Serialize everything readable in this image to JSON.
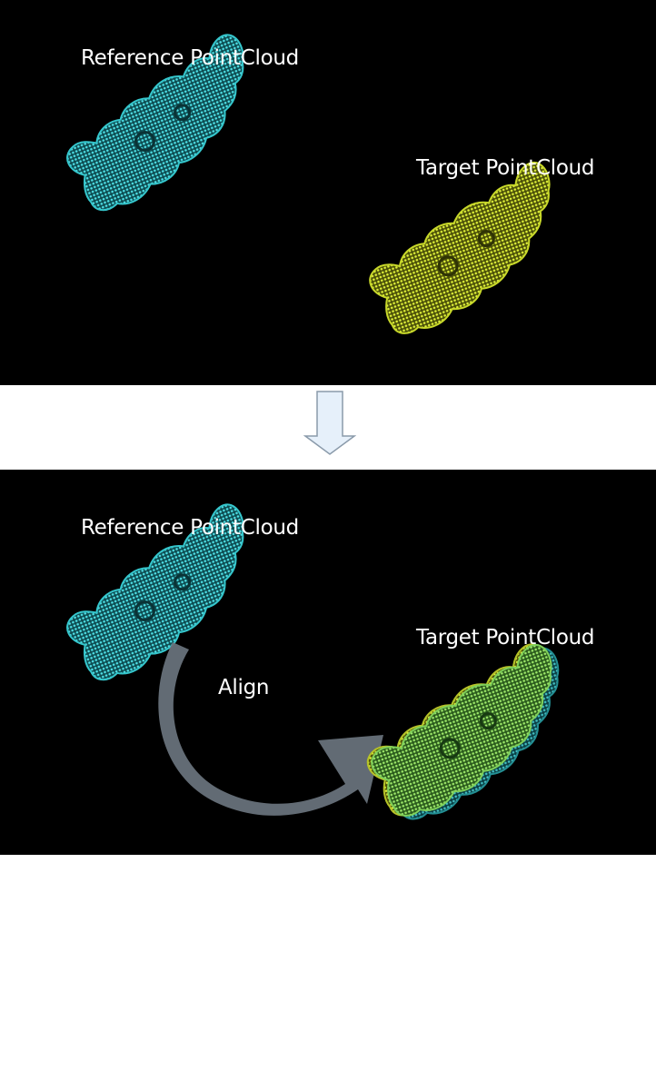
{
  "before_panel": {
    "reference_label": "Reference PointCloud",
    "target_label": "Target PointCloud"
  },
  "after_panel": {
    "reference_label": "Reference PointCloud",
    "target_label": "Target PointCloud",
    "align_label": "Align"
  },
  "colors": {
    "background": "#000000",
    "reference": "#35c6cc",
    "target": "#c8d82a",
    "aligned": "#7fd05a",
    "align_arrow": "#67717a",
    "down_arrow_fill": "#e6f0fa",
    "down_arrow_stroke": "#8a9aaa"
  }
}
